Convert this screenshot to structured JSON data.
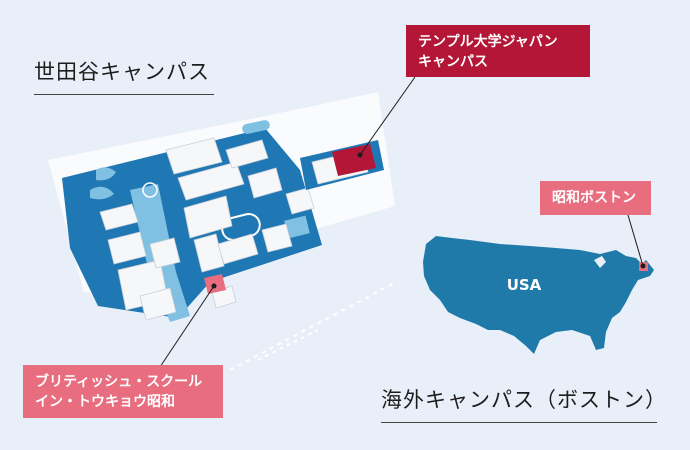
{
  "headings": {
    "setagaya": "世田谷キャンパス",
    "overseas": "海外キャンパス（ボストン）"
  },
  "labels": {
    "temple_line1": "テンプル大学ジャパン",
    "temple_line2": "キャンパス",
    "boston": "昭和ボストン",
    "british_line1": "ブリティッシュ・スクール",
    "british_line2": "イン・トウキョウ昭和"
  },
  "map": {
    "country_label": "USA"
  },
  "colors": {
    "background": "#e9eff8",
    "campus_blue": "#1f77b4",
    "light_blue": "#7fc0e3",
    "building_white": "#f6f7f9",
    "temple_red": "#b31636",
    "highlight_pink": "#e86d7f",
    "usa_fill": "#1f7aaa"
  }
}
